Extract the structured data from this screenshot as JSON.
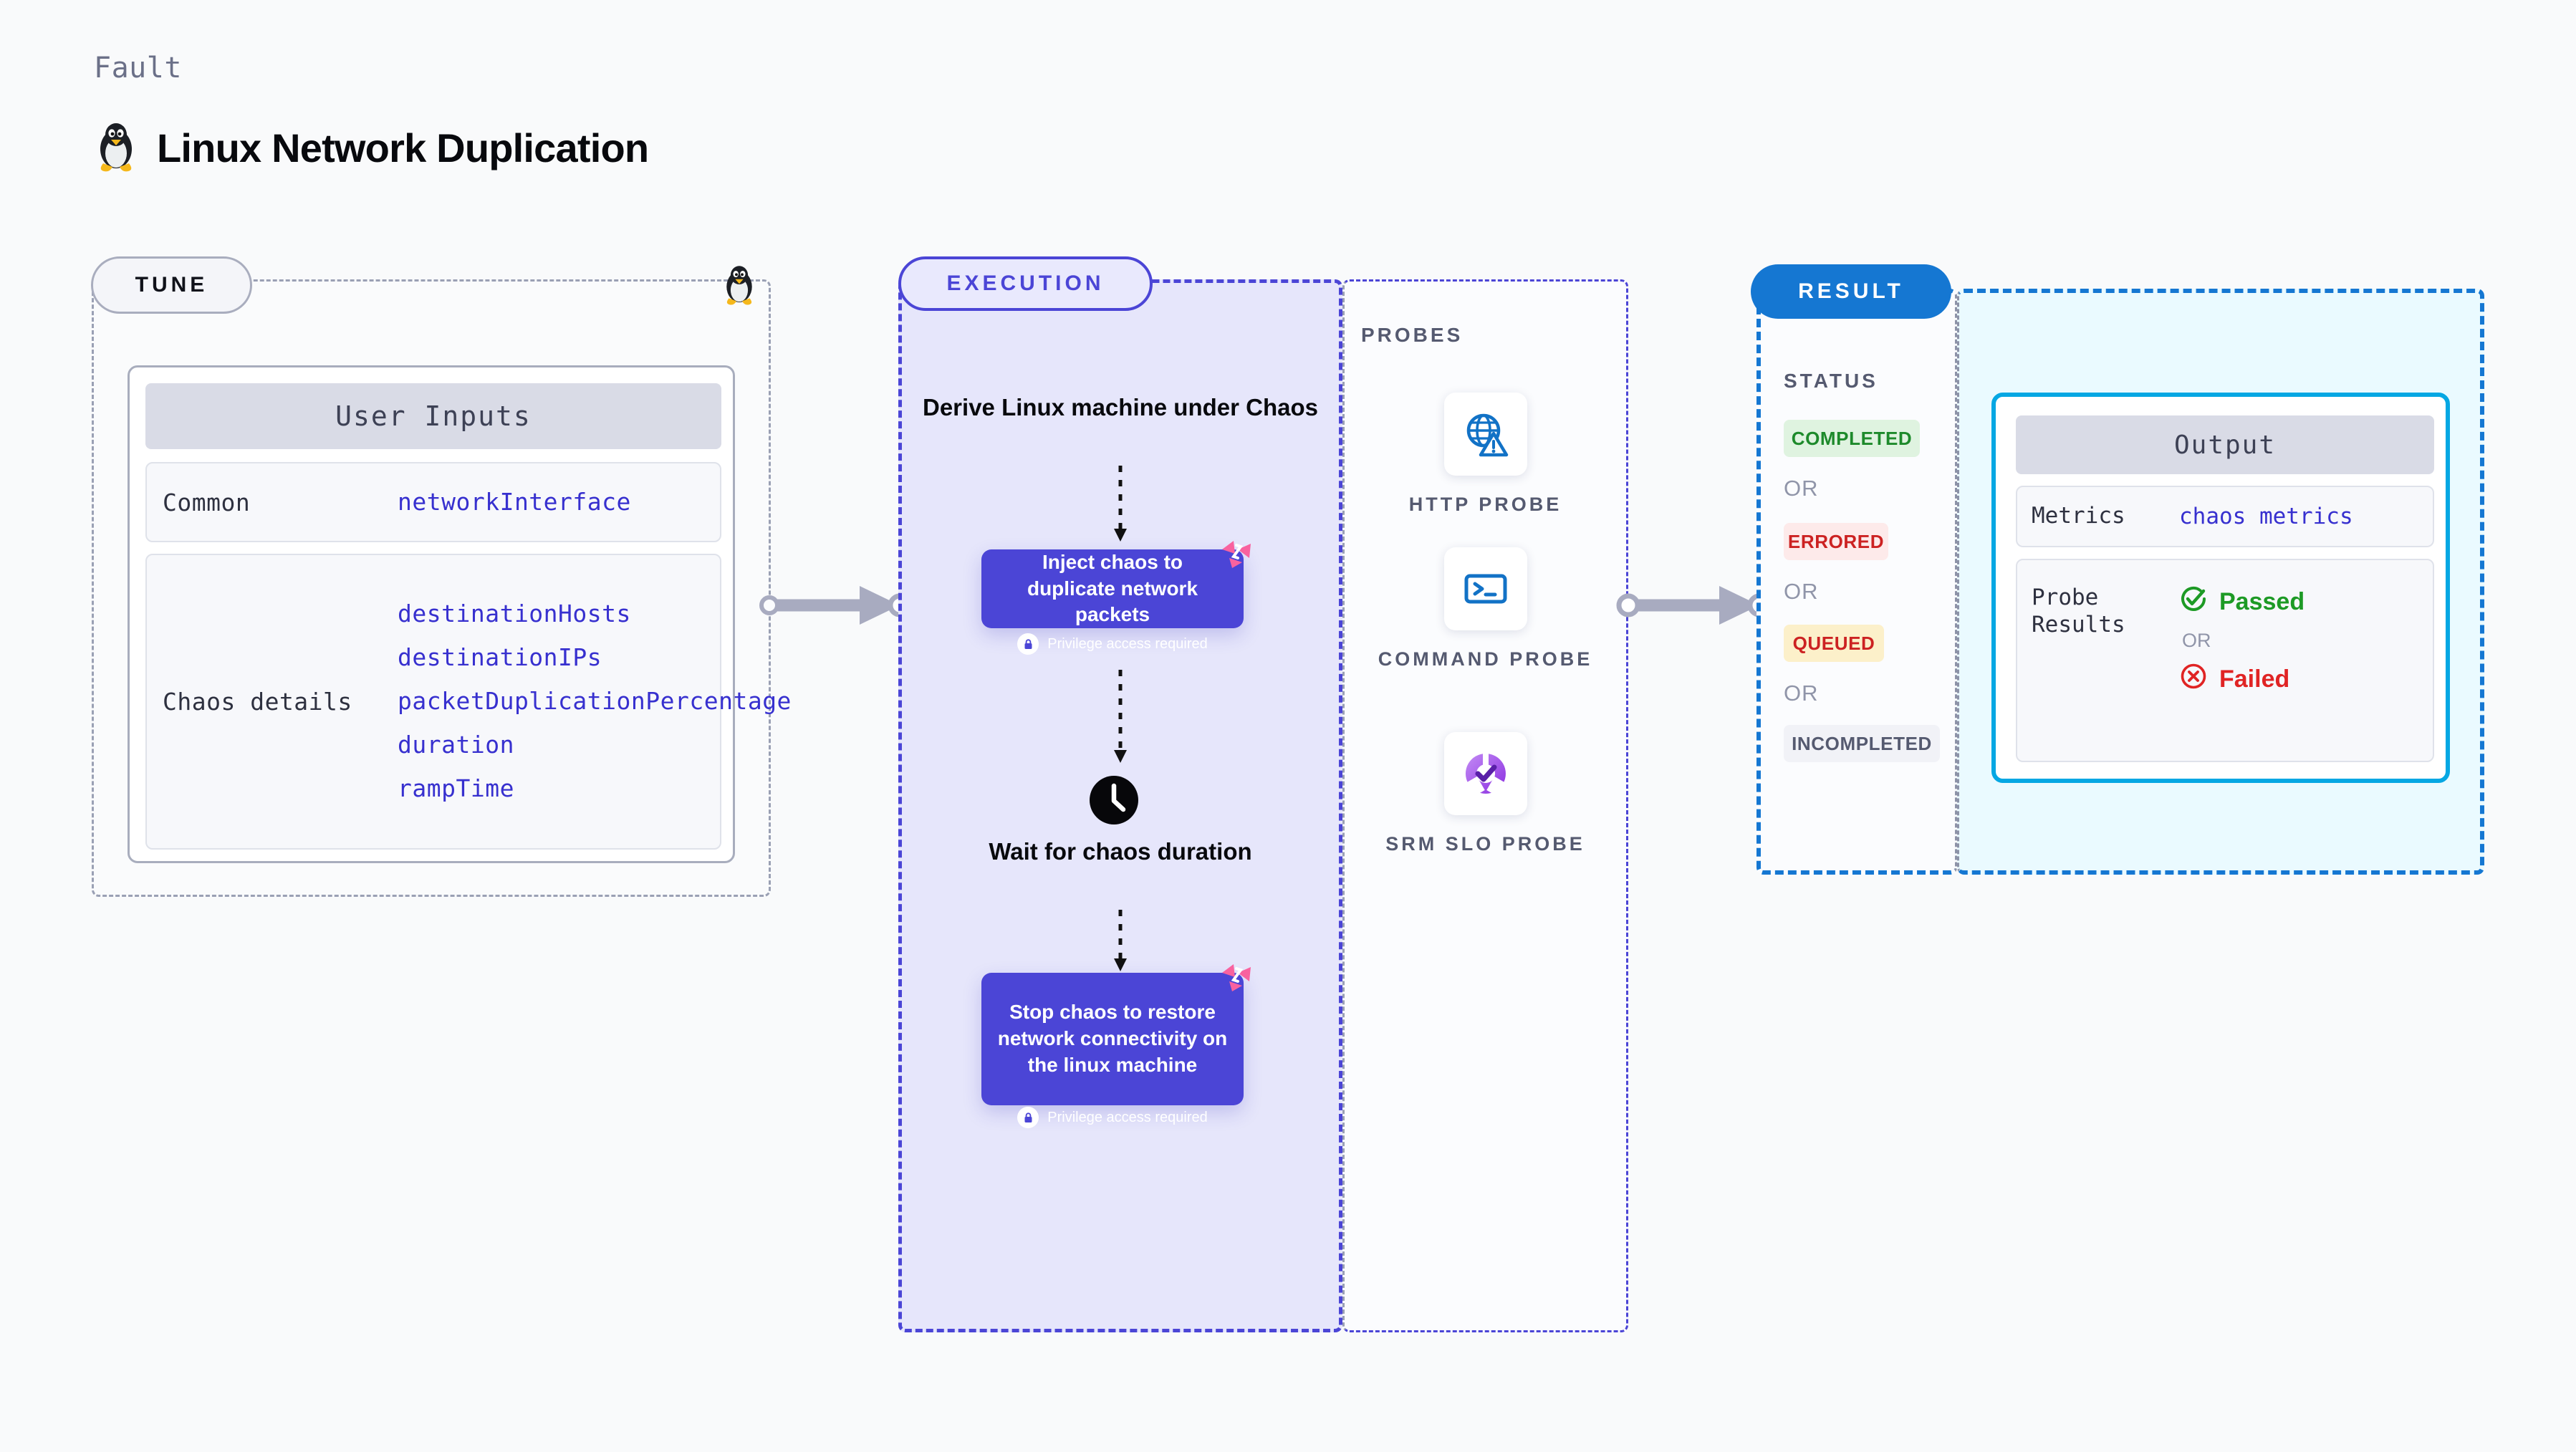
{
  "header": {
    "kicker": "Fault",
    "title": "Linux Network Duplication",
    "icon": "linux-penguin-icon"
  },
  "tune": {
    "pill_label": "TUNE",
    "card_title": "User Inputs",
    "rows": [
      {
        "label": "Common",
        "values": [
          "networkInterface"
        ]
      },
      {
        "label": "Chaos details",
        "values": [
          "destinationHosts",
          "destinationIPs",
          "packetDuplicationPercentage",
          "duration",
          "rampTime"
        ]
      }
    ]
  },
  "execution": {
    "pill_label": "EXECUTION",
    "step1_title": "Derive Linux machine under Chaos",
    "step2": {
      "title": "Inject chaos to duplicate network packets",
      "privilege_note": "Privilege access required"
    },
    "step3_title": "Wait for chaos duration",
    "step4": {
      "title": "Stop chaos to restore network connectivity on the linux machine",
      "privilege_note": "Privilege access required"
    }
  },
  "probes": {
    "caption": "PROBES",
    "items": [
      {
        "label": "HTTP PROBE",
        "icon": "globe-warning-icon"
      },
      {
        "label": "COMMAND PROBE",
        "icon": "terminal-icon"
      },
      {
        "label": "SRM SLO PROBE",
        "icon": "donut-check-icon"
      }
    ]
  },
  "result": {
    "pill_label": "RESULT",
    "status_caption": "STATUS",
    "or_label": "OR",
    "statuses": [
      {
        "label": "COMPLETED",
        "bg": "#dff3e0",
        "fg": "#1d8a2b"
      },
      {
        "label": "ERRORED",
        "bg": "#fdeaea",
        "fg": "#cc2222"
      },
      {
        "label": "QUEUED",
        "bg": "#fcf0ca",
        "fg": "#cc2222"
      },
      {
        "label": "INCOMPLETED",
        "bg": "#f1f2f7",
        "fg": "#555a70"
      }
    ]
  },
  "output": {
    "card_title": "Output",
    "metrics_label": "Metrics",
    "metrics_value": "chaos metrics",
    "probe_results_label": "Probe Results",
    "passed_label": "Passed",
    "failed_label": "Failed",
    "or_label": "OR"
  },
  "colors": {
    "accent_indigo": "#4b45d6",
    "accent_blue": "#1577d2",
    "accent_cyan": "#05a7e3",
    "pass_green": "#1d9a25",
    "fail_red": "#e02424",
    "litmus_pink": "#f9629f",
    "connector_gray": "#a8abc0"
  }
}
